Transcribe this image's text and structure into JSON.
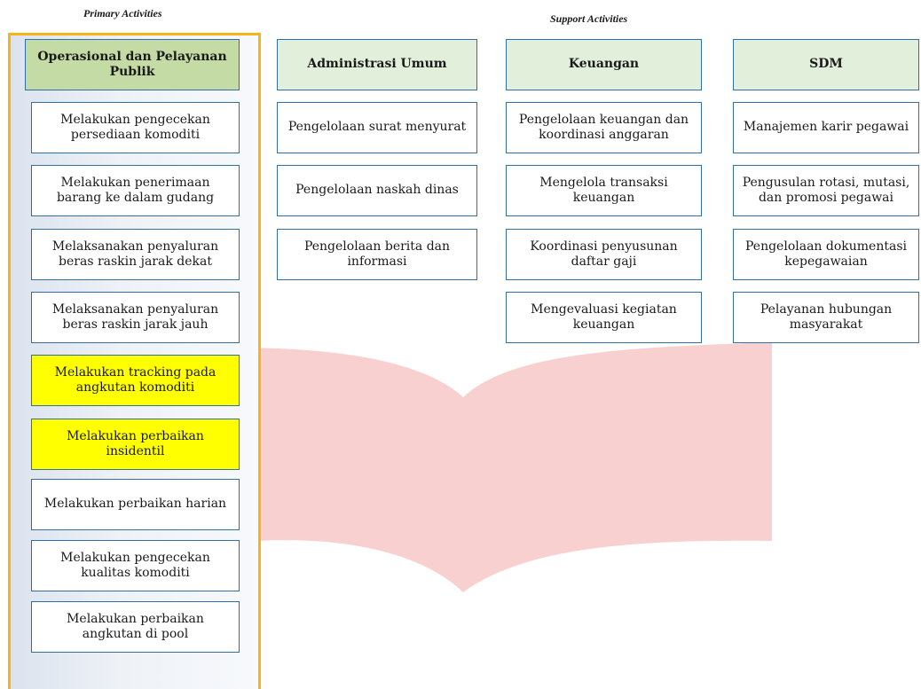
{
  "labels": {
    "primary": "Primary Activities",
    "support": "Support Activities"
  },
  "colors": {
    "panel_border": "#f4b51a",
    "box_border": "#2f6fa3",
    "primary_header": "#c5dba5",
    "support_header": "#e2efda",
    "highlight": "#ffff00",
    "watermark": "#f8c8c8"
  },
  "primary": {
    "header": "Operasional dan Pelayanan Publik",
    "items": [
      "Melakukan pengecekan persediaan komoditi",
      "Melakukan penerimaan barang ke dalam gudang",
      "Melaksanakan penyaluran beras raskin jarak dekat",
      "Melaksanakan penyaluran beras raskin jarak jauh",
      "Melakukan tracking pada angkutan komoditi",
      "Melakukan perbaikan insidentil",
      "Melakukan perbaikan harian",
      "Melakukan pengecekan kualitas komoditi",
      "Melakukan perbaikan angkutan di pool"
    ],
    "highlighted": [
      false,
      false,
      false,
      false,
      true,
      true,
      false,
      false,
      false
    ]
  },
  "support": [
    {
      "header": "Administrasi Umum",
      "items": [
        "Pengelolaan surat menyurat",
        "Pengelolaan naskah dinas",
        "Pengelolaan berita dan informasi"
      ]
    },
    {
      "header": "Keuangan",
      "items": [
        "Pengelolaan keuangan dan koordinasi anggaran",
        "Mengelola transaksi keuangan",
        "Koordinasi penyusunan daftar gaji",
        "Mengevaluasi kegiatan keuangan"
      ]
    },
    {
      "header": "SDM",
      "items": [
        "Manajemen karir pegawai",
        "Pengusulan rotasi, mutasi, dan promosi pegawai",
        "Pengelolaan dokumentasi kepegawaian",
        "Pelayanan hubungan masyarakat"
      ]
    }
  ]
}
